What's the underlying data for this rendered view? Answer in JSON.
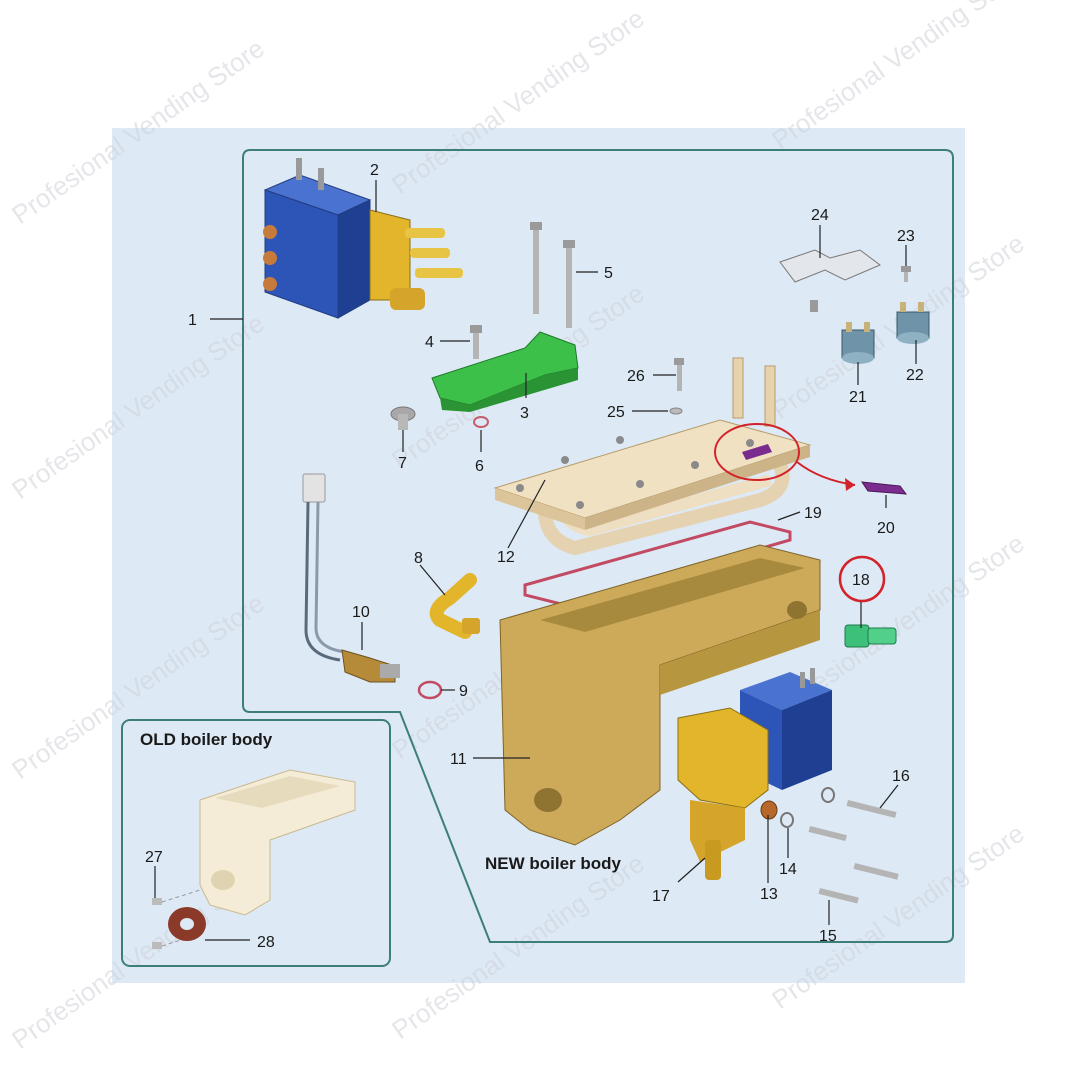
{
  "callouts": [
    "1",
    "2",
    "3",
    "4",
    "5",
    "6",
    "7",
    "8",
    "9",
    "10",
    "11",
    "12",
    "13",
    "14",
    "15",
    "16",
    "17",
    "18",
    "19",
    "20",
    "21",
    "22",
    "23",
    "24",
    "25",
    "26",
    "27",
    "28"
  ],
  "captions": {
    "old_boiler": "OLD boiler body",
    "new_boiler": "NEW boiler body"
  },
  "watermark": "Profesional Vending Store",
  "colors": {
    "panel_bg": "#dde9f5",
    "frame": "#3d7f78",
    "highlight": "#d2232a",
    "solenoid_blue": "#2d55b8",
    "brass": "#c9a84a",
    "green_part": "#3cc04a",
    "boiler_gold": "#cdaa5a"
  }
}
